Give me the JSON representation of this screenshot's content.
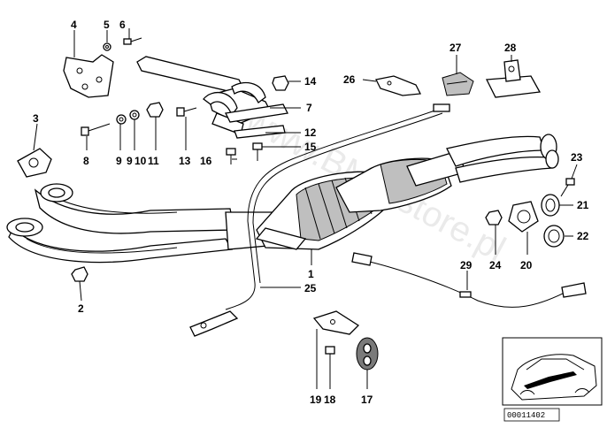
{
  "watermark": "www.BMWstore.pl",
  "diagram_id": "00011402",
  "labels": {
    "l1": "1",
    "l2": "2",
    "l3": "3",
    "l4": "4",
    "l5": "5",
    "l6": "6",
    "l7": "7",
    "l8": "8",
    "l9": "9",
    "l10": "10",
    "l11": "11",
    "l9b": "9",
    "l12": "12",
    "l13": "13",
    "l14": "14",
    "l15": "15",
    "l16": "16",
    "l17": "17",
    "l18": "18",
    "l19": "19",
    "l20": "20",
    "l21": "21",
    "l22": "22",
    "l23": "23",
    "l24": "24",
    "l25": "25",
    "l26": "26",
    "l27": "27",
    "l28": "28",
    "l29": "29"
  }
}
